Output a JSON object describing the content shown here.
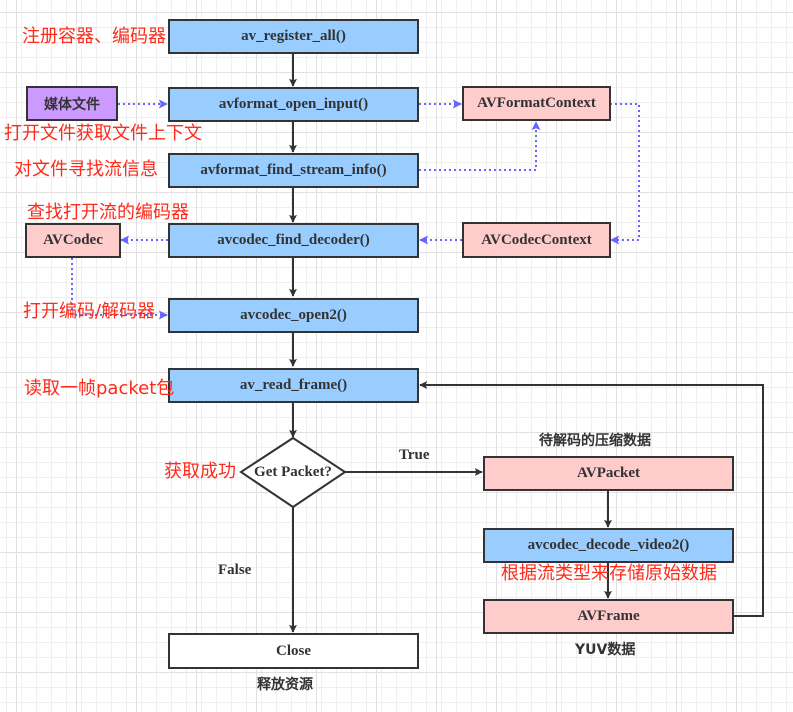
{
  "colors": {
    "process_fill": "#99ccff",
    "data_fill": "#ffcccc",
    "source_fill": "#cc99ff",
    "stroke": "#333333",
    "dotted_link": "#6666ff",
    "annotation": "#ff2a1a"
  },
  "nodes": {
    "register_all": "av_register_all()",
    "open_input": "avformat_open_input()",
    "find_stream_info": "avformat_find_stream_info()",
    "find_decoder": "avcodec_find_decoder()",
    "open2": "avcodec_open2()",
    "read_frame": "av_read_frame()",
    "decision": "Get Packet?",
    "close": "Close",
    "media_file": "媒体文件",
    "format_context": "AVFormatContext",
    "codec_context": "AVCodecContext",
    "codec": "AVCodec",
    "packet": "AVPacket",
    "decode_video2": "avcodec_decode_video2()",
    "frame": "AVFrame"
  },
  "edge_labels": {
    "true": "True",
    "false": "False"
  },
  "annotations": {
    "register": "注册容器、编码器",
    "open_file": "打开文件获取文件上下文",
    "find_stream": "对文件寻找流信息",
    "find_codec": "查找打开流的编码器",
    "open_codec": "打开编码/解码器",
    "read_packet": "读取一帧packet包",
    "got_packet": "获取成功",
    "store_raw": "根据流类型来存储原始数据"
  },
  "captions": {
    "packet": "待解码的压缩数据",
    "frame": "YUV数据",
    "close": "释放资源"
  }
}
